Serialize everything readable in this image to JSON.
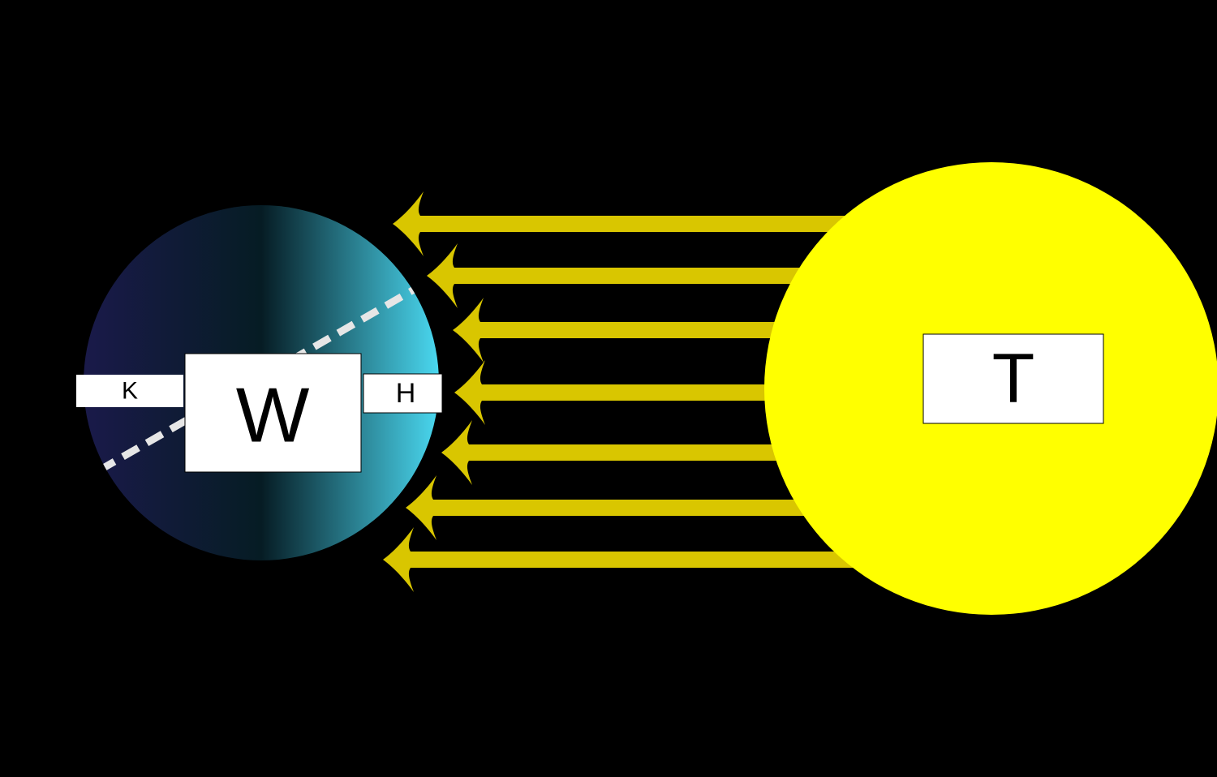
{
  "colors": {
    "background": "#000000",
    "planet_left": "#1a1a4a",
    "planet_dark_band": "#061c24",
    "planet_right": "#4ad8f0",
    "axis_line": "#e6e6e6",
    "sun": "#ffff00",
    "rays": "#d9c600",
    "label_box": "#ffffff",
    "label_text": "#000000"
  },
  "planet": {
    "label": "W",
    "left_label": "K",
    "right_label": "H"
  },
  "sun": {
    "label": "T"
  },
  "rays": {
    "count": 7,
    "direction": "right-to-left",
    "icon": "curved-arrow-left-icon"
  }
}
